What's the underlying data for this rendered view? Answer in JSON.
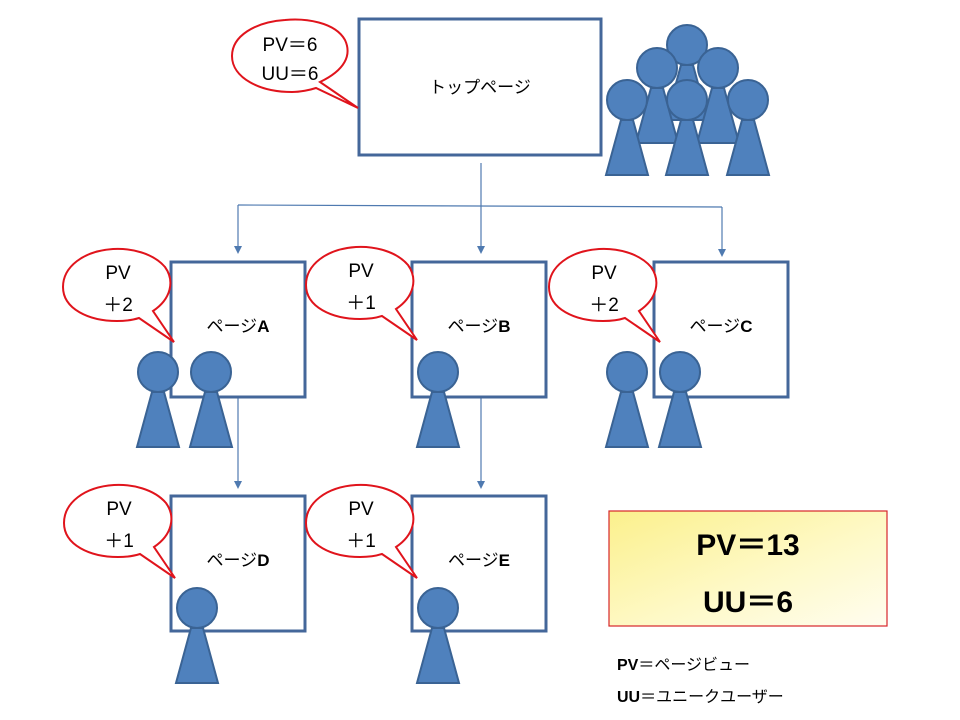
{
  "top_page": {
    "label": "トップページ",
    "bubble": {
      "line1": "PV＝6",
      "line2": "UU＝6"
    },
    "visitors": 6
  },
  "pages": [
    {
      "id": "A",
      "label_prefix": "ページ",
      "letter": "A",
      "bubble_title": "PV",
      "bubble_value": "＋2",
      "visitors": 2
    },
    {
      "id": "B",
      "label_prefix": "ページ",
      "letter": "B",
      "bubble_title": "PV",
      "bubble_value": "＋1",
      "visitors": 1
    },
    {
      "id": "C",
      "label_prefix": "ページ",
      "letter": "C",
      "bubble_title": "PV",
      "bubble_value": "＋2",
      "visitors": 2
    },
    {
      "id": "D",
      "label_prefix": "ページ",
      "letter": "D",
      "bubble_title": "PV",
      "bubble_value": "＋1",
      "visitors": 1
    },
    {
      "id": "E",
      "label_prefix": "ページ",
      "letter": "E",
      "bubble_title": "PV",
      "bubble_value": "＋1",
      "visitors": 1
    }
  ],
  "links": [
    {
      "from": "top",
      "to": "A"
    },
    {
      "from": "top",
      "to": "B"
    },
    {
      "from": "top",
      "to": "C"
    },
    {
      "from": "A",
      "to": "D"
    },
    {
      "from": "B",
      "to": "E"
    }
  ],
  "summary": {
    "pv": "PV＝13",
    "uu": "UU＝6",
    "colors": {
      "border": "#d7262a",
      "fill_light": "#fffde8",
      "fill_dark": "#fbf08c"
    }
  },
  "legend": [
    {
      "abbr": "PV",
      "eq": "＝",
      "meaning": "ページビュー"
    },
    {
      "abbr": "UU",
      "eq": "＝",
      "meaning": "ユニークユーザー"
    }
  ],
  "colors": {
    "box_border": "#44679a",
    "connector": "#4f7ab0",
    "bubble_border": "#e0141c",
    "person_fill": "#4f81bd",
    "person_stroke": "#3a6394"
  }
}
